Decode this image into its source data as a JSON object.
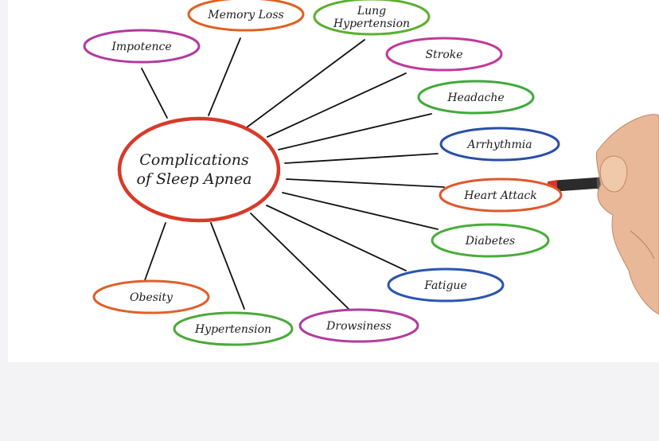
{
  "diagram": {
    "center": {
      "line1": "Complications",
      "line2": "of Sleep Apnea",
      "color": "#d83a2a"
    },
    "nodes": [
      {
        "id": "memory-loss",
        "label": "Memory Loss",
        "color": "#e0601f"
      },
      {
        "id": "lung-hypertension",
        "line1": "Lung",
        "line2": "Hypertension",
        "color": "#5bb030"
      },
      {
        "id": "impotence",
        "label": "Impotence",
        "color": "#b23aa0"
      },
      {
        "id": "stroke",
        "label": "Stroke",
        "color": "#c0399a"
      },
      {
        "id": "headache",
        "label": "Headache",
        "color": "#3faa3a"
      },
      {
        "id": "arrhythmia",
        "label": "Arrhythmia",
        "color": "#2a4ea8"
      },
      {
        "id": "heart-attack",
        "label": "Heart Attack",
        "color": "#e0572a"
      },
      {
        "id": "diabetes",
        "label": "Diabetes",
        "color": "#48ad38"
      },
      {
        "id": "fatigue",
        "label": "Fatigue",
        "color": "#2a55b0"
      },
      {
        "id": "obesity",
        "label": "Obesity",
        "color": "#e0602a"
      },
      {
        "id": "hypertension",
        "label": "Hypertension",
        "color": "#4aaa38"
      },
      {
        "id": "drowsiness",
        "label": "Drowsiness",
        "color": "#b13c9c"
      }
    ]
  }
}
